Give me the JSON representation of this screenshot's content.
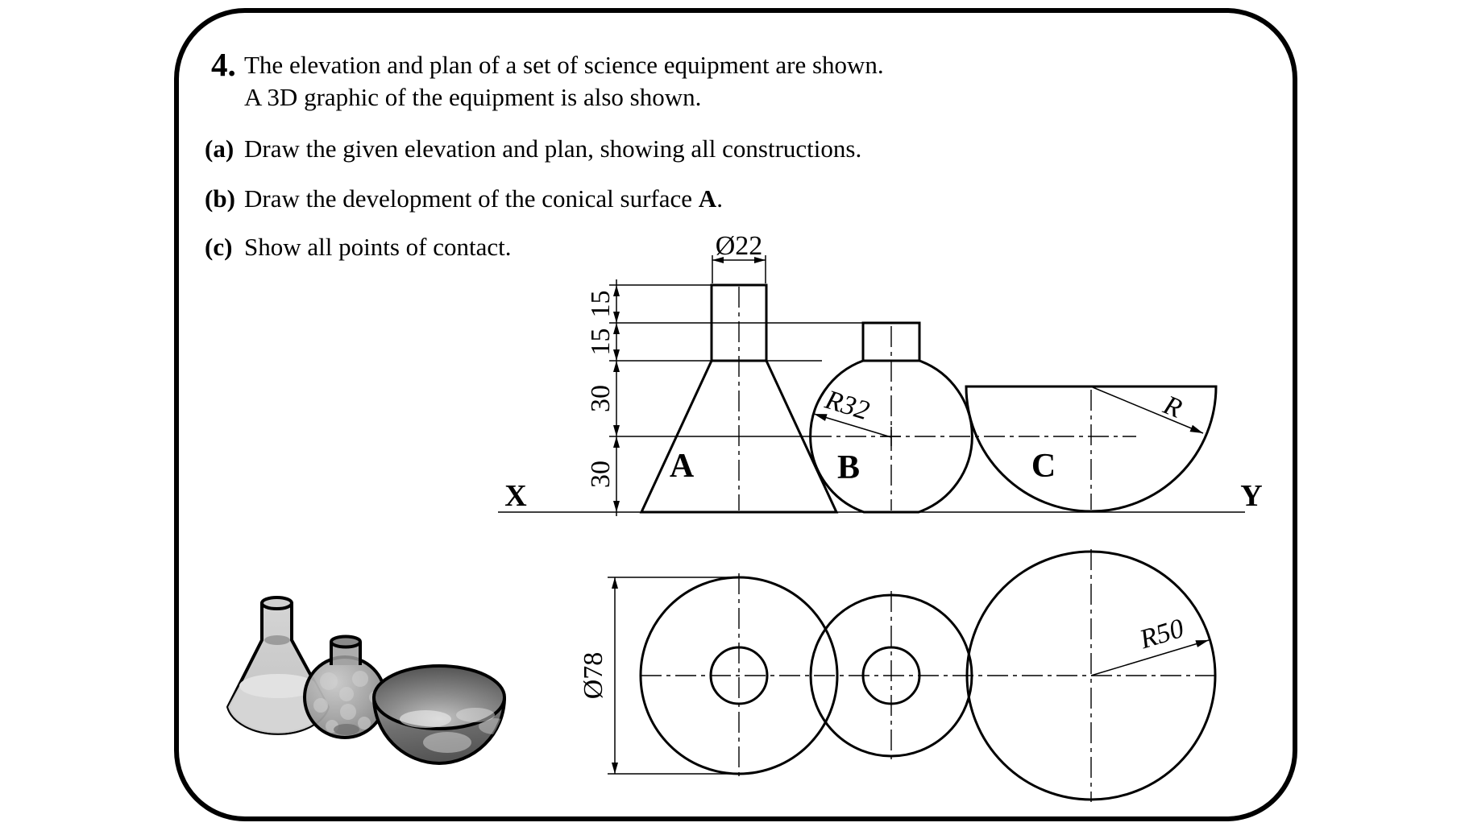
{
  "colors": {
    "ink": "#000000",
    "paper": "#ffffff"
  },
  "question": {
    "number": "4.",
    "intro_line1": "The elevation and plan of a set of science equipment are shown.",
    "intro_line2": "A 3D graphic of the equipment is also shown.",
    "parts": [
      {
        "label": "(a)",
        "text": "Draw the given elevation and plan, showing all constructions.",
        "bold_ref": "",
        "tail": ""
      },
      {
        "label": "(b)",
        "text": "Draw the development of the conical surface ",
        "bold_ref": "A",
        "tail": "."
      },
      {
        "label": "(c)",
        "text": "Show all points of contact.",
        "bold_ref": "",
        "tail": ""
      }
    ]
  },
  "elevation": {
    "ground_left": "X",
    "ground_right": "Y",
    "solid_labels": {
      "cone": "A",
      "sphere": "B",
      "bowl": "C"
    },
    "dimensions": {
      "neck_diameter": "Ø22",
      "seg1": "15",
      "seg2": "15",
      "seg3": "30",
      "seg4": "30",
      "sphere_radius": "R32",
      "bowl_radius": "R"
    }
  },
  "plan": {
    "dimensions": {
      "cone_base_diameter": "Ø78",
      "bowl_radius": "R50"
    }
  }
}
